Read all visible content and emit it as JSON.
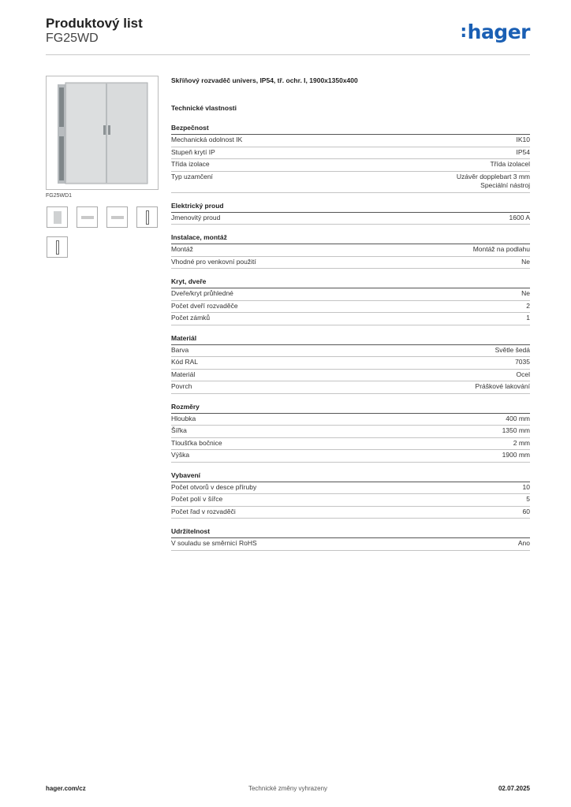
{
  "header": {
    "title": "Produktový list",
    "code": "FG25WD",
    "logo_text": "hager",
    "logo_color": "#1a5fb4"
  },
  "image": {
    "caption": "FG25WD1"
  },
  "product": {
    "description": "Skříňový rozvaděč univers, IP54, tř. ochr. I, 1900x1350x400",
    "spec_heading": "Technické vlastnosti"
  },
  "sections": [
    {
      "title": "Bezpečnost",
      "rows": [
        {
          "label": "Mechanická odolnost IK",
          "value": [
            "IK10"
          ]
        },
        {
          "label": "Stupeň krytí IP",
          "value": [
            "IP54"
          ]
        },
        {
          "label": "Třída izolace",
          "value": [
            "Třída izolacel"
          ]
        },
        {
          "label": "Typ uzamčení",
          "value": [
            "Uzávěr dopplebart 3 mm",
            "Speciální nástroj"
          ]
        }
      ]
    },
    {
      "title": "Elektrický proud",
      "rows": [
        {
          "label": "Jmenovitý proud",
          "value": [
            "1600 A"
          ]
        }
      ]
    },
    {
      "title": "Instalace, montáž",
      "rows": [
        {
          "label": "Montáž",
          "value": [
            "Montáž na podlahu"
          ]
        },
        {
          "label": "Vhodné pro venkovní použití",
          "value": [
            "Ne"
          ]
        }
      ]
    },
    {
      "title": "Kryt, dveře",
      "rows": [
        {
          "label": "Dveře/kryt průhledné",
          "value": [
            "Ne"
          ]
        },
        {
          "label": "Počet dveří rozvaděče",
          "value": [
            "2"
          ]
        },
        {
          "label": "Počet zámků",
          "value": [
            "1"
          ]
        }
      ]
    },
    {
      "title": "Materiál",
      "rows": [
        {
          "label": "Barva",
          "value": [
            "Světle šedá"
          ]
        },
        {
          "label": "Kód RAL",
          "value": [
            "7035"
          ]
        },
        {
          "label": "Materiál",
          "value": [
            "Ocel"
          ]
        },
        {
          "label": "Povrch",
          "value": [
            "Práškové lakování"
          ]
        }
      ]
    },
    {
      "title": "Rozměry",
      "rows": [
        {
          "label": "Hloubka",
          "value": [
            "400 mm"
          ]
        },
        {
          "label": "Šířka",
          "value": [
            "1350 mm"
          ]
        },
        {
          "label": "Tloušťka bočnice",
          "value": [
            "2 mm"
          ]
        },
        {
          "label": "Výška",
          "value": [
            "1900 mm"
          ]
        }
      ]
    },
    {
      "title": "Vybavení",
      "rows": [
        {
          "label": "Počet otvorů v desce příruby",
          "value": [
            "10"
          ]
        },
        {
          "label": "Počet polí v šířce",
          "value": [
            "5"
          ]
        },
        {
          "label": "Počet řad v rozvaděči",
          "value": [
            "60"
          ]
        }
      ]
    },
    {
      "title": "Udržitelnost",
      "rows": [
        {
          "label": "V souladu se směrnicí RoHS",
          "value": [
            "Ano"
          ]
        }
      ]
    }
  ],
  "footer": {
    "website": "hager.com/cz",
    "notice": "Technické změny vyhrazeny",
    "date": "02.07.2025"
  }
}
